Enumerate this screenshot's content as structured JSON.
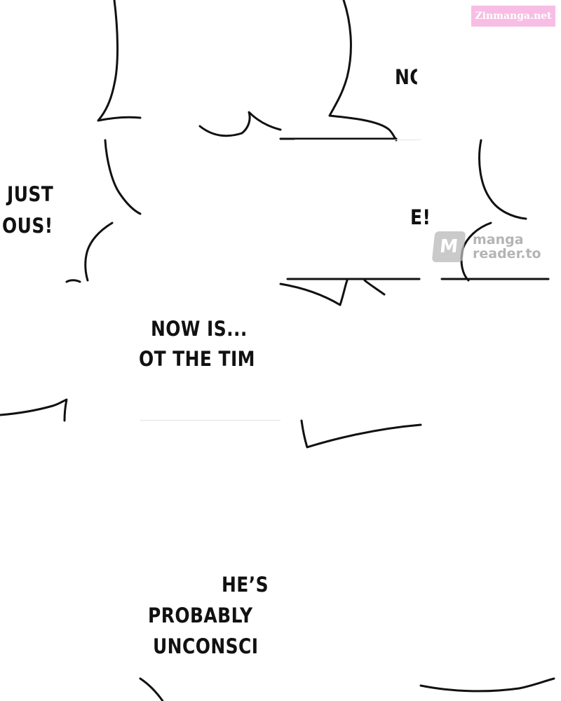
{
  "site_badge": "Zinmanga.net",
  "watermark": {
    "logo_letter": "M",
    "line1": "manga",
    "line2": "reader.to"
  },
  "panels": {
    "no_fragment": "NC",
    "just": "JUST",
    "ous": "OUS!",
    "e_exclaim": "E!",
    "now_is": "NOW IS...",
    "not_the_time": "OT THE TIM",
    "hes": "HE’S",
    "probably": "PROBABLY",
    "unconsci": "UNCONSCI"
  }
}
